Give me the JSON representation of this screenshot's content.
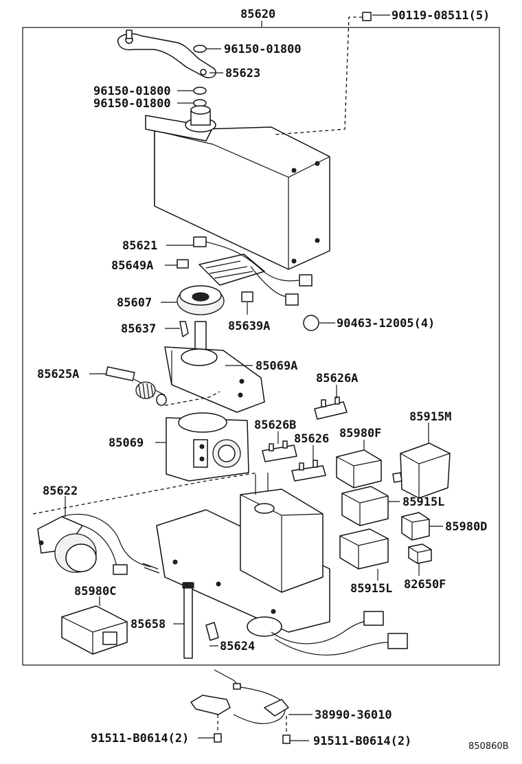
{
  "diagram": {
    "main_assembly": "85620",
    "bottom_code": "850860B",
    "labels": {
      "p90119": "90119-08511(5)",
      "p96150_top": "96150-01800",
      "p85623": "85623",
      "p96150_a": "96150-01800",
      "p96150_b": "96150-01800",
      "p85621": "85621",
      "p85649A": "85649A",
      "p85607": "85607",
      "p85639A": "85639A",
      "p90463": "90463-12005(4)",
      "p85637": "85637",
      "p85069A": "85069A",
      "p85625A": "85625A",
      "p85626A": "85626A",
      "p85626B": "85626B",
      "p85626": "85626",
      "p85980F": "85980F",
      "p85915M": "85915M",
      "p85069": "85069",
      "p85622": "85622",
      "p85915L_a": "85915L",
      "p85980D": "85980D",
      "p85915L_b": "85915L",
      "p82650F": "82650F",
      "p85980C": "85980C",
      "p85658": "85658",
      "p85624": "85624",
      "p38990": "38990-36010",
      "p91511_left": "91511-B0614(2)",
      "p91511_right": "91511-B0614(2)"
    }
  }
}
